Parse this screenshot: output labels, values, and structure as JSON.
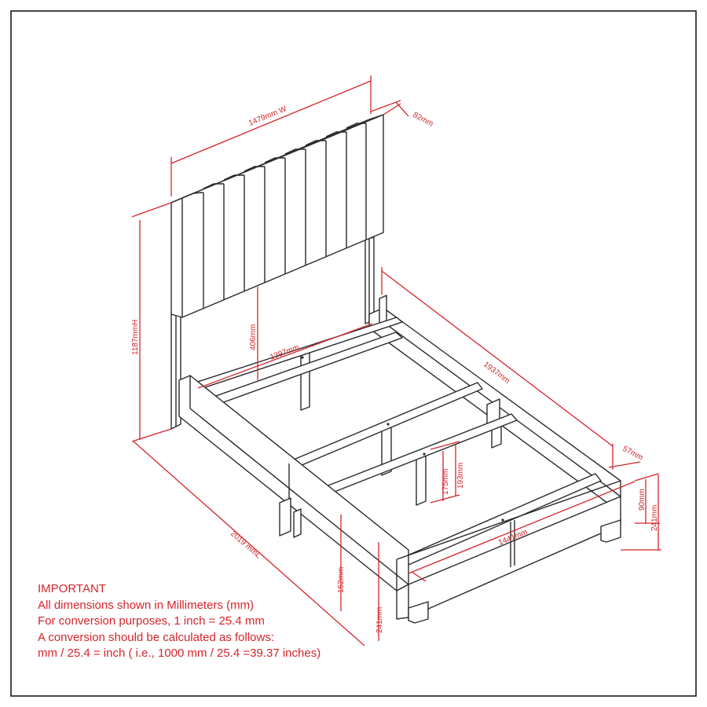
{
  "dimensions": {
    "headboard_width": "1479mm W",
    "headboard_depth": "82mm",
    "overall_height": "1187mmH",
    "headboard_height": "406mm",
    "inner_width": "1397mm",
    "inner_length": "1937mm",
    "overall_length": "2019 mmL",
    "side_rail_depth": "57mm",
    "rail_height": "90mm",
    "footboard_height": "241mm",
    "slat_leg_short": "175mm",
    "slat_leg_tall": "193mm",
    "clearance": "152mm",
    "front_height": "241mm",
    "footboard_width": "1441mm"
  },
  "note": {
    "heading": "IMPORTANT",
    "line1": "All dimensions shown in Millimeters (mm)",
    "line2": "For conversion purposes, 1 inch = 25.4 mm",
    "line3": "A conversion should be calculated as follows:",
    "line4": "mm / 25.4 = inch ( i.e., 1000 mm / 25.4 =39.37 inches)"
  }
}
